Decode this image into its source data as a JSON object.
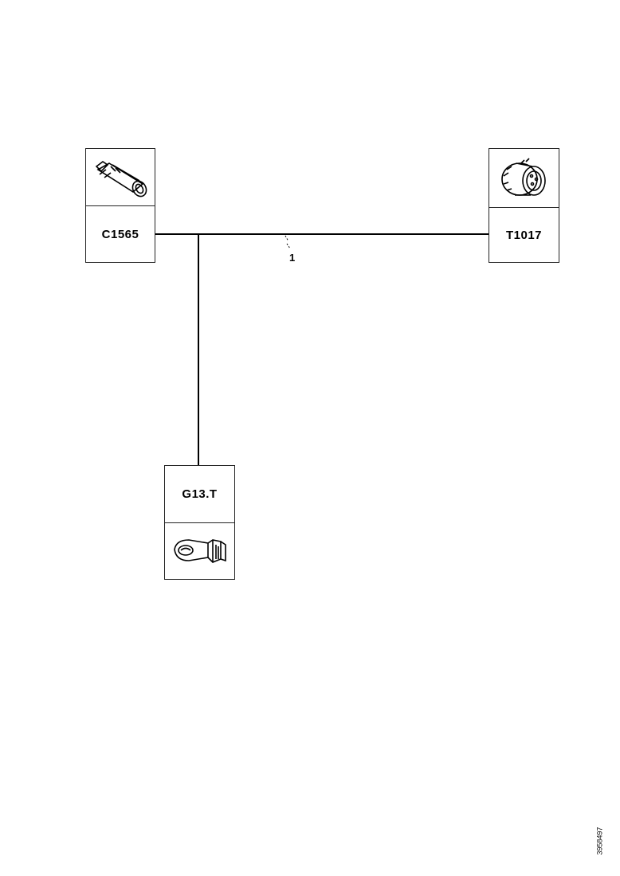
{
  "connectors": {
    "left": {
      "id": "C1565",
      "icon": "plug-connector-icon"
    },
    "right": {
      "id": "T1017",
      "icon": "round-connector-icon"
    },
    "ground": {
      "id": "G13.T",
      "icon": "ring-terminal-icon"
    }
  },
  "wire": {
    "label": "1"
  },
  "reference": "3958497"
}
